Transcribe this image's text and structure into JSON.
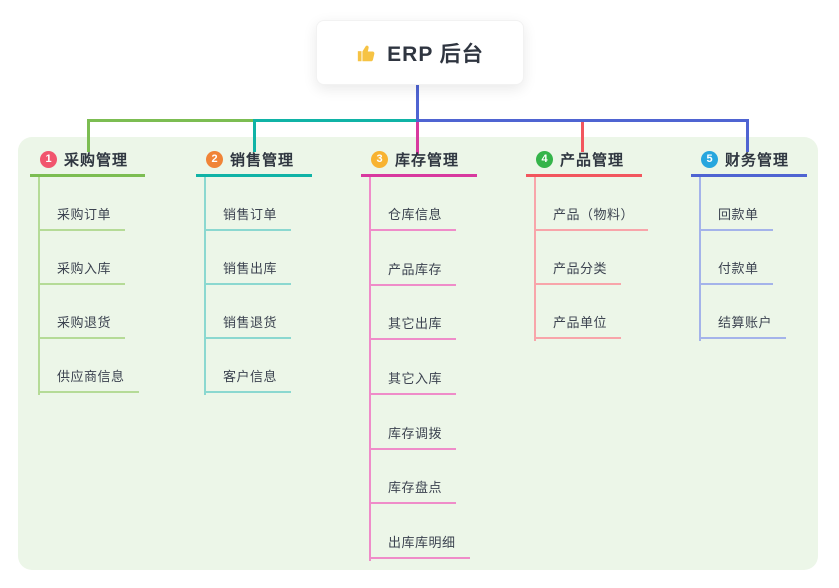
{
  "root": {
    "label": "ERP 后台",
    "icon": "thumbs-up-icon",
    "line_color": "#4f64d2"
  },
  "panel": {
    "background": "#ecf6e8"
  },
  "branches": [
    {
      "index": "1",
      "label": "采购管理",
      "color": "#7cbd52",
      "light_color": "#b5db97",
      "badge_color": "#f1556d",
      "children": [
        "采购订单",
        "采购入库",
        "采购退货",
        "供应商信息"
      ]
    },
    {
      "index": "2",
      "label": "销售管理",
      "color": "#10b3a6",
      "light_color": "#8bd8d0",
      "badge_color": "#f08437",
      "children": [
        "销售订单",
        "销售出库",
        "销售退货",
        "客户信息"
      ]
    },
    {
      "index": "3",
      "label": "库存管理",
      "color": "#d8399f",
      "light_color": "#ef8cc9",
      "badge_color": "#f8b331",
      "children": [
        "仓库信息",
        "产品库存",
        "其它出库",
        "其它入库",
        "库存调拨",
        "库存盘点",
        "出库库明细"
      ]
    },
    {
      "index": "4",
      "label": "产品管理",
      "color": "#f2565e",
      "light_color": "#f8a5aa",
      "badge_color": "#35b44a",
      "children": [
        "产品（物料）",
        "产品分类",
        "产品单位"
      ]
    },
    {
      "index": "5",
      "label": "财务管理",
      "color": "#4f64d2",
      "light_color": "#a4b3ea",
      "badge_color": "#27a6de",
      "children": [
        "回款单",
        "付款单",
        "结算账户"
      ]
    }
  ]
}
